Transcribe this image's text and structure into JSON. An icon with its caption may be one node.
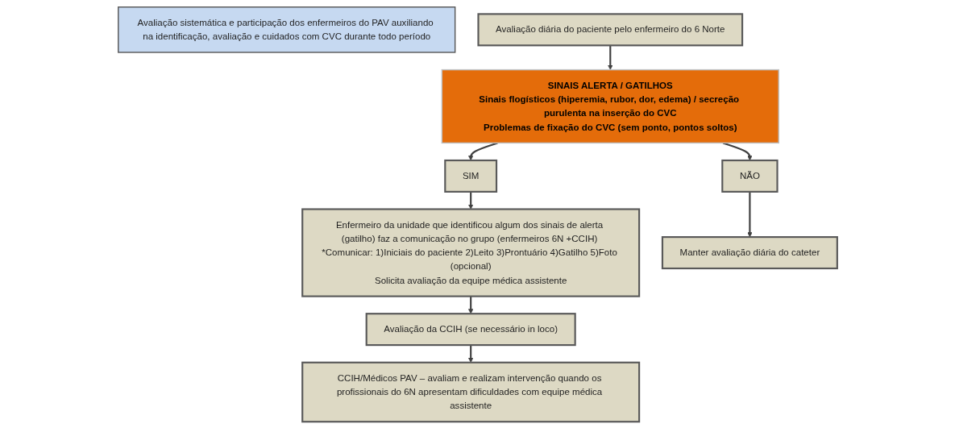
{
  "diagram": {
    "nodes": [
      {
        "text": [
          "Avaliação sistemática e participação dos enfermeiros do PAV auxiliando na identificação, avaliação e cuidados com CVC durante todo período"
        ]
      },
      {
        "text": [
          "Avaliação diária do paciente pelo enfermeiro do 6 Norte"
        ]
      },
      {
        "text": [
          "SINAIS ALERTA / GATILHOS",
          "Sinais flogísticos (hiperemia, rubor, dor, edema) / secreção purulenta na inserção do CVC",
          "Problemas de fixação do CVC (sem ponto, pontos soltos)"
        ]
      },
      {
        "text": [
          "SIM"
        ]
      },
      {
        "text": [
          "NÃO"
        ]
      },
      {
        "text": [
          "Enfermeiro da unidade que identificou algum dos sinais de alerta (gatilho) faz a comunicação no grupo (enfermeiros 6N +CCIH) *Comunicar: 1)Iniciais do paciente 2)Leito 3)Prontuário 4)Gatilho 5)Foto (opcional)",
          "Solicita avaliação da equipe médica assistente"
        ]
      },
      {
        "text": [
          "Manter avaliação diária do cateter"
        ]
      },
      {
        "text": [
          "Avaliação da CCIH (se necessário in loco)"
        ]
      },
      {
        "text": [
          "CCIH/Médicos PAV – avaliam e realizam intervenção quando os profissionais do 6N apresentam dificuldades com equipe médica assistente"
        ]
      }
    ],
    "edges": [
      {
        "from": 1,
        "to": 2,
        "arrow": "to"
      },
      {
        "from": 2,
        "to": 3,
        "arrow": "to"
      },
      {
        "from": 2,
        "to": 4,
        "arrow": "to"
      },
      {
        "from": 3,
        "to": 5,
        "arrow": "to"
      },
      {
        "from": 4,
        "to": 6,
        "arrow": "to"
      },
      {
        "from": 5,
        "to": 7,
        "arrow": "to"
      },
      {
        "from": 7,
        "to": 8,
        "arrow": "to"
      }
    ]
  }
}
